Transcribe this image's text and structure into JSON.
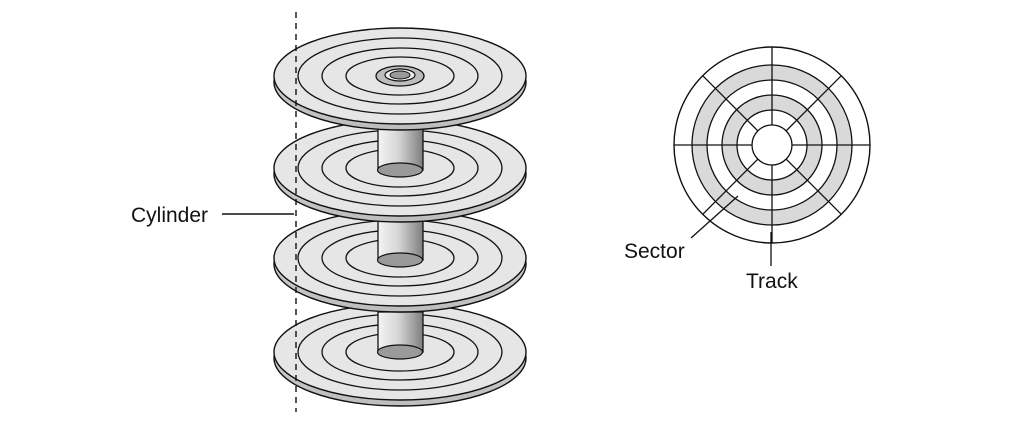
{
  "labels": {
    "cylinder": "Cylinder",
    "sector": "Sector",
    "track": "Track"
  },
  "colors": {
    "platter_top": "#e6e6e6",
    "platter_edge": "#cfcfcf",
    "stroke": "#111111",
    "shaded_ring": "#d9d9d9",
    "spindle_light": "#f2f2f2",
    "spindle_dark": "#8a8a8a"
  }
}
